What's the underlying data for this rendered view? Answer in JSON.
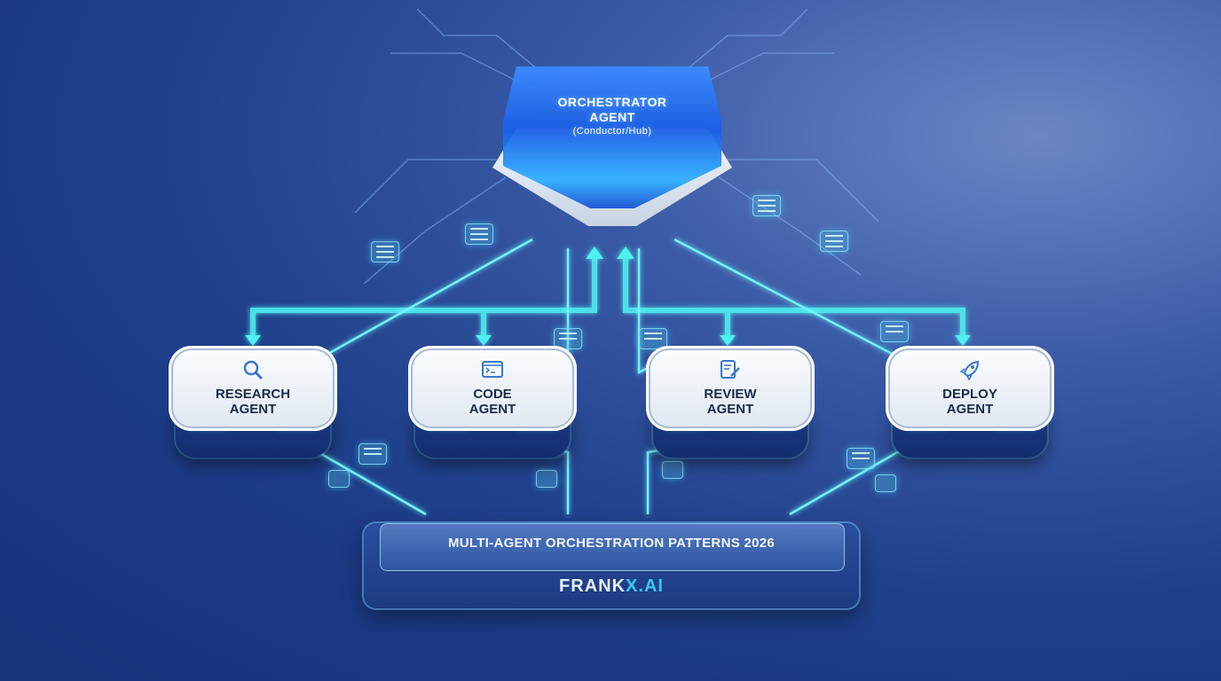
{
  "diagram": {
    "title": "Multi-Agent Orchestration Patterns 2026",
    "hub": {
      "title_line1": "ORCHESTRATOR",
      "title_line2": "AGENT",
      "subtitle": "(Conductor/Hub)",
      "color": "#2f7dff"
    },
    "agents": [
      {
        "line1": "RESEARCH",
        "line2": "AGENT",
        "icon": "magnifier-icon"
      },
      {
        "line1": "CODE",
        "line2": "AGENT",
        "icon": "terminal-icon"
      },
      {
        "line1": "REVIEW",
        "line2": "AGENT",
        "icon": "document-edit-icon"
      },
      {
        "line1": "DEPLOY",
        "line2": "AGENT",
        "icon": "rocket-icon"
      }
    ],
    "footer": {
      "title": "MULTI-AGENT ORCHESTRATION PATTERNS 2026",
      "brand_main": "FRANK",
      "brand_accent": "X.AI"
    },
    "colors": {
      "background": "#1e3f8a",
      "connector": "#4ff0f0",
      "label": "#1b2a4a"
    }
  }
}
